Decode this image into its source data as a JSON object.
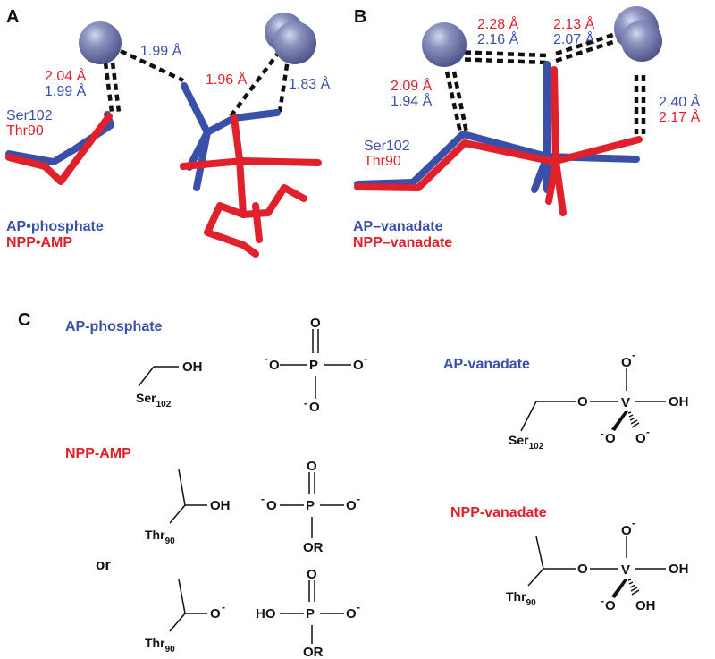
{
  "panel_a": {
    "letter": "A",
    "dist_top_blue": "1.99 Å",
    "dist_left_red": "2.04 Å",
    "dist_left_blue": "1.99 Å",
    "dist_right_red": "1.96 Å",
    "dist_right_blue": "1.83 Å",
    "res_blue": "Ser102",
    "res_red": "Thr90",
    "legend_blue": "AP•phosphate",
    "legend_red": "NPP•AMP"
  },
  "panel_b": {
    "letter": "B",
    "dist_topleft_red": "2.28 Å",
    "dist_topleft_blue": "2.16 Å",
    "dist_topright_red": "2.13 Å",
    "dist_topright_blue": "2.07 Å",
    "dist_left_red": "2.09 Å",
    "dist_left_blue": "1.94 Å",
    "dist_right_blue": "2.40 Å",
    "dist_right_red": "2.17 Å",
    "res_blue": "Ser102",
    "res_red": "Thr90",
    "legend_blue": "AP–vanadate",
    "legend_red": "NPP–vanadate"
  },
  "panel_c": {
    "letter": "C",
    "ap_phosphate": {
      "title": "AP-phosphate",
      "oh": "OH",
      "ser": "Ser",
      "ser_sub": "102",
      "o_left": "O",
      "p": "P",
      "o_right": "O",
      "o_top": "O",
      "o_bottom": "O",
      "minus": "-"
    },
    "npp_amp": {
      "title": "NPP-AMP",
      "oh": "OH",
      "thr": "Thr",
      "thr_sub": "90",
      "o_left": "O",
      "p": "P",
      "o_right": "O",
      "o_top": "O",
      "or_bottom": "OR",
      "minus": "-"
    },
    "or_word": "or",
    "npp_amp_alt": {
      "o_minus": "O",
      "thr": "Thr",
      "thr_sub": "90",
      "ho": "HO",
      "p": "P",
      "o_right": "O",
      "o_top": "O",
      "or_bottom": "OR",
      "minus": "-"
    },
    "ap_vanadate": {
      "title": "AP-vanadate",
      "o_link": "O",
      "v": "V",
      "oh": "OH",
      "o_top": "O",
      "o_bl": "O",
      "o_br": "O",
      "ser": "Ser",
      "ser_sub": "102",
      "minus": "-"
    },
    "npp_vanadate": {
      "title": "NPP-vanadate",
      "o_link": "O",
      "v": "V",
      "oh": "OH",
      "o_top": "O",
      "o_bl": "O",
      "oh_br": "OH",
      "thr": "Thr",
      "thr_sub": "90",
      "minus": "-"
    }
  },
  "colors": {
    "blue": "#3a4fa8",
    "red": "#e0202a",
    "sphere": "#7f86b4",
    "ink": "#111111"
  }
}
